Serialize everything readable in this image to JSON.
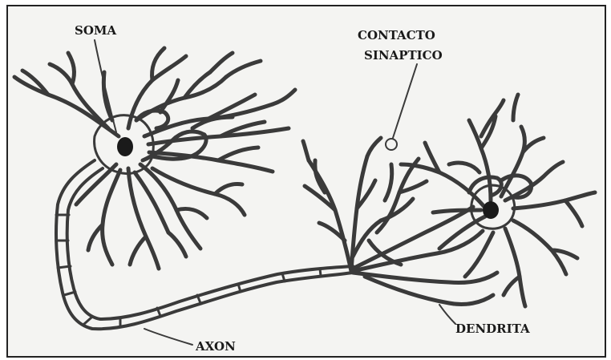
{
  "labels": {
    "soma": "SOMA",
    "synaptic_contact_line1": "CONTACTO",
    "synaptic_contact_line2": "SINAPTICO",
    "axon": "AXON",
    "dendrite": "DENDRITA"
  },
  "colors": {
    "ink": "#3a3a3a",
    "nucleus": "#1a1a1a",
    "paper": "#f4f4f2"
  }
}
